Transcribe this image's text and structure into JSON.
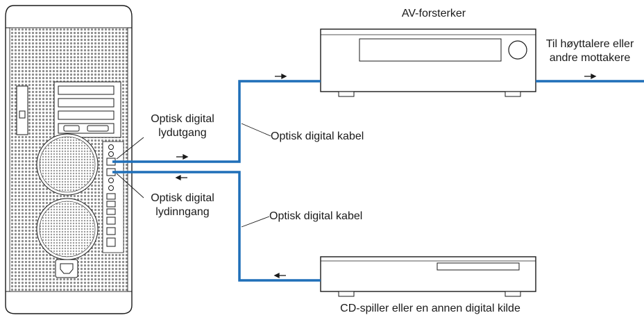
{
  "labels": {
    "amplifier": "AV-forsterker",
    "speakers_line1": "Til høyttalere eller",
    "speakers_line2": "andre mottakere",
    "optical_out_line1": "Optisk digital",
    "optical_out_line2": "lydutgang",
    "optical_in_line1": "Optisk digital",
    "optical_in_line2": "lydinngang",
    "cable_top": "Optisk digital kabel",
    "cable_bottom": "Optisk digital kabel",
    "cd_player": "CD-spiller eller en annen digital kilde"
  },
  "colors": {
    "cable": "#1f6fb8",
    "outline": "#1a1a1a",
    "mesh": "#9a9a9a",
    "background": "#ffffff"
  }
}
